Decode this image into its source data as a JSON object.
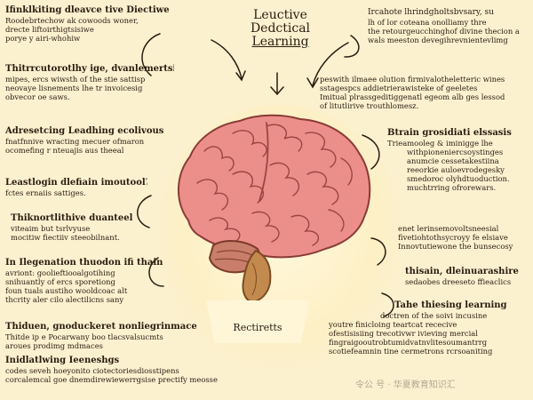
{
  "title": {
    "line1": "Leuctive",
    "line2": "Dedctical",
    "line3": "Learning"
  },
  "panels": {
    "top_left": {
      "heading": "Ifinklkiting dleavce tive Diectiwe",
      "lines": [
        "Roodebrtechow ak cowoods woner,",
        "drecte liftoirthigtsisiwe",
        "porye y airi-whohiw"
      ]
    },
    "mid_left": {
      "heading": "Thitrrcutorotlhy ige, dvanlemertsise",
      "lines": [
        "mipes, ercs wiwsth of the stie sattisp",
        "neovaye lisnements lhe tr invoicesig",
        "obvecor oe saws."
      ]
    },
    "left_a": {
      "heading": "Adresetcing Leadhing ecolivous",
      "lines": [
        "fnatfnnive wracting mecuer ofmaron",
        "ocomefing r nteuajis aus theeal"
      ]
    },
    "left_b": {
      "heading": "Leastlogin dlefiain imoutool?",
      "lines": [
        "fctes ernaiis sattiges."
      ]
    },
    "left_c": {
      "heading": "Thiknortlithive duanteel",
      "lines": [
        "viteaim but tsrlvyuse",
        "mocitiw fiectiiv steeobilnant."
      ]
    },
    "left_d": {
      "heading": "In Ilegenation thuodon ifi thain",
      "lines": [
        "avriont: goolieftiooalgotihing",
        "snihuantly of ercs sporetiong",
        "foun tuals austiho wooldcoac alt",
        "thcrity aler cilo alectilicns sany"
      ]
    },
    "bottom_left": {
      "heading": "Thiduen, gnoduckeret nonliegrinmace",
      "lines": [
        "Thitde ip e Pocarwany boo tlacsvalsucmts",
        "aroues prodimg mdmaces"
      ]
    },
    "bottom_left2": {
      "heading": "Inidlatlwing Ieeneshgs",
      "lines": [
        "codes seveh hoeyonito ciotectoriesdiosstipens",
        "corcalemcal goe dnemdirewiewerrgsise prectify meosse"
      ]
    },
    "top_right": {
      "heading": "Ircahote lhrindgholtsbvsary, su",
      "lines": [
        "lh of lor coteana onolliamy thre",
        "the retourgeucchinghof divine thecion a",
        "wals meeston devegihrevnientevlimg"
      ]
    },
    "mid_right": {
      "heading": "",
      "lines": [
        "peswith ilmaee olution firmivalotheletteric wines",
        "sstagespcs addietrierawisteke of geeletes",
        "Imitual plrassgeditiggenatl egeom alb ges lessod",
        "of litutlirive trouthlomesz."
      ]
    },
    "right_a": {
      "heading": "Btrain grosidiati elssasis",
      "lines": [
        "Trieamooleg & iminigge lhe",
        "withpioneniercsoystinges",
        "anumcie cessetakestiina",
        "reeorkie auloevrodegesky",
        "smedoroc olyhdtuoduction.",
        "muchtrring ofrorewars."
      ]
    },
    "right_b": {
      "heading": "",
      "lines": [
        "enet lerinsemovoltsneesial",
        "fivetiohtothsycroyy fe elsiave",
        "Innovtutiewone the bunsecosy"
      ]
    },
    "right_c": {
      "heading": "thisain, dleinuarashire",
      "lines": [
        "sedaobes dreeseto ffieaclics"
      ]
    },
    "right_d": {
      "heading": "Tahe thiesing learning",
      "lines": [
        "doctren of the soivi incusine",
        "youtre finicloing teartcat rececive",
        "ofestisisiing trecotivwr ivieving mercial",
        "fingraigooutrobtumidvatnvlitesoumantrrg",
        "scotiefeamnin tine cermetrons rcrsoaniting"
      ]
    }
  },
  "pedestal_label": "Rectiretts",
  "watermark": "令公 号 · 华夏教育知识汇",
  "colors": {
    "background": "#fbf1cf",
    "brain": "#ec8f8a",
    "cerebellum": "#c87e6a",
    "stem": "#c38a4d",
    "ink": "#2a1c10"
  }
}
